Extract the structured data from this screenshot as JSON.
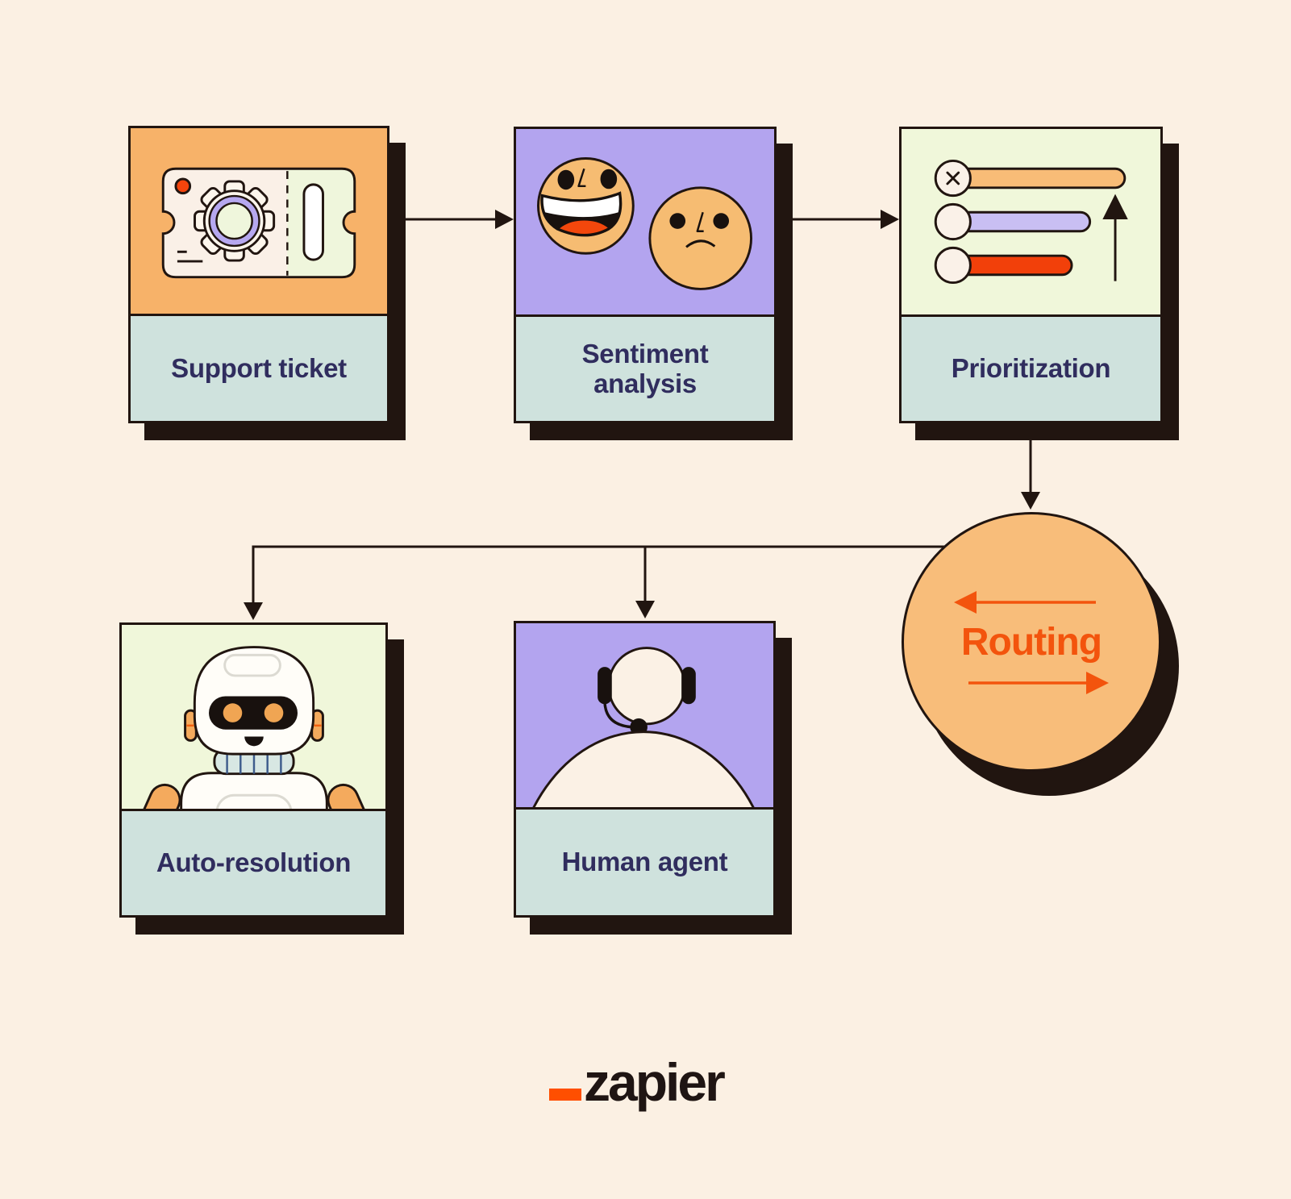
{
  "canvas": {
    "background": "#FBF0E3",
    "outline_color": "#211510",
    "label_bg": "#CFE2DD",
    "label_text_color": "#302D5E",
    "accent_orange": "#F7B269",
    "accent_purple": "#B3A4EF",
    "accent_green": "#F0F7DA",
    "accent_red": "#F4440C"
  },
  "diagram": {
    "nodes": [
      {
        "id": "support-ticket",
        "label": "Support ticket",
        "icon": "ticket-gear-icon",
        "icon_bg": "#F7B269"
      },
      {
        "id": "sentiment-analysis",
        "label": "Sentiment analysis",
        "icon": "happy-sad-faces-icon",
        "icon_bg": "#B3A4EF"
      },
      {
        "id": "prioritization",
        "label": "Prioritization",
        "icon": "priority-sliders-icon",
        "icon_bg": "#F0F7DA"
      },
      {
        "id": "routing",
        "label": "Routing",
        "shape": "circle",
        "icon": "left-right-arrows-icon",
        "bg": "#F8BD7A",
        "text_color": "#F3540D"
      },
      {
        "id": "auto-resolution",
        "label": "Auto-resolution",
        "icon": "robot-icon",
        "icon_bg": "#F0F7DA"
      },
      {
        "id": "human-agent",
        "label": "Human agent",
        "icon": "headset-agent-icon",
        "icon_bg": "#B3A4EF"
      }
    ],
    "edges": [
      {
        "from": "support-ticket",
        "to": "sentiment-analysis"
      },
      {
        "from": "sentiment-analysis",
        "to": "prioritization"
      },
      {
        "from": "prioritization",
        "to": "routing"
      },
      {
        "from": "routing",
        "to": "auto-resolution"
      },
      {
        "from": "routing",
        "to": "human-agent"
      }
    ]
  },
  "footer": {
    "logo_text": "zapier",
    "logo_underscore_color": "#FF4F00",
    "logo_text_color": "#1F1513"
  }
}
